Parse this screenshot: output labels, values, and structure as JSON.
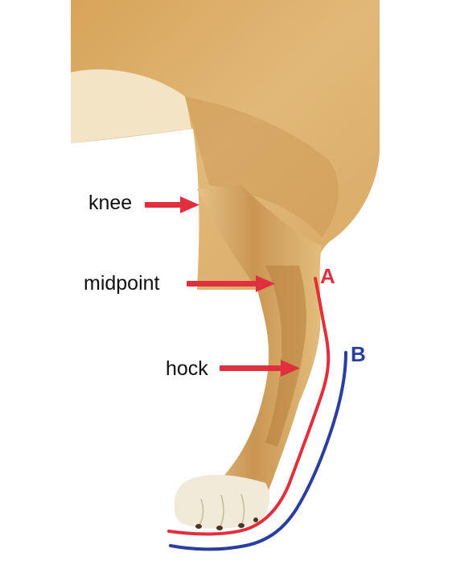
{
  "labels": {
    "knee": "knee",
    "midpoint": "midpoint",
    "hock": "hock"
  },
  "curves": {
    "a": {
      "letter": "A",
      "color": "#e0303e"
    },
    "b": {
      "letter": "B",
      "color": "#2a3ea0"
    }
  },
  "arrow_color": "#e0303e",
  "fur_colors": {
    "light": "#e8c07a",
    "mid": "#d9a55a",
    "dark": "#b8823e",
    "paw": "#f4ede2"
  }
}
